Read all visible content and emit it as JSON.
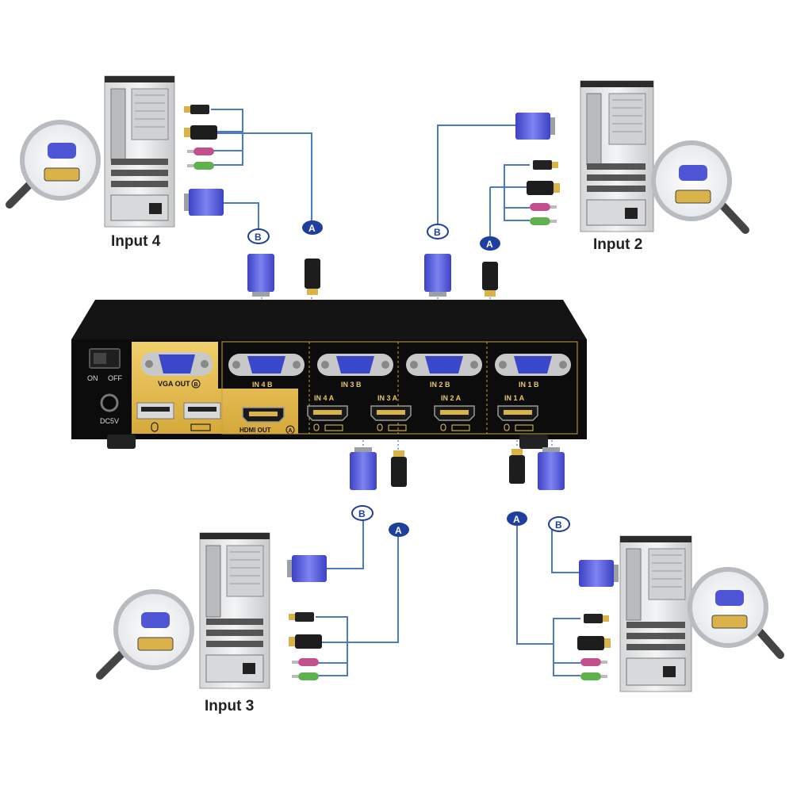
{
  "inputs": {
    "input4": "Input 4",
    "input2": "Input 2",
    "input3": "Input 3"
  },
  "badges": {
    "a": "A",
    "b": "B"
  },
  "switch": {
    "on": "ON",
    "off": "OFF",
    "power": "DC5V",
    "vga_out": "VGA OUT",
    "vga_out_badge": "B",
    "hdmi_out": "HDMI OUT",
    "hdmi_out_badge": "A",
    "in4b": "IN 4 B",
    "in3b": "IN 3 B",
    "in2b": "IN 2 B",
    "in1b": "IN 1 B",
    "in4a": "IN 4 A",
    "in3a": "IN 3 A",
    "in2a": "IN 2 A",
    "in1a": "IN 1 A"
  },
  "colors": {
    "vga_blue": "#4f56d6",
    "badge_blue": "#1f3f9e",
    "gold": "#e3bb4f",
    "switch_body": "#111111",
    "line_blue": "#4a7ac9"
  }
}
